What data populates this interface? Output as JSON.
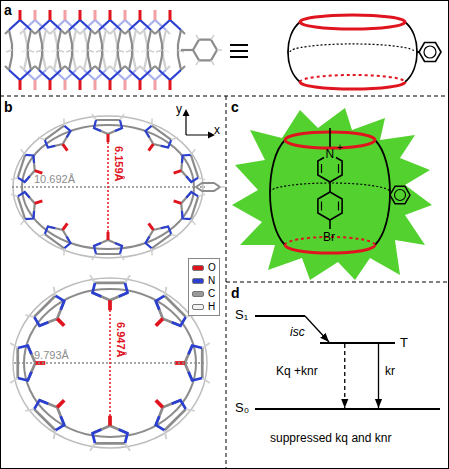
{
  "diagram": {
    "nodes": [
      {
        "text": [
          "S₁"
        ]
      },
      {
        "text": [
          "T"
        ]
      },
      {
        "text": [
          "S₀"
        ]
      }
    ],
    "edges": [
      {
        "from": 0,
        "to": 1,
        "arrow": "to",
        "label": "isc"
      },
      {
        "from": 1,
        "to": 2,
        "arrow": "to",
        "label": "Kq +knr"
      },
      {
        "from": 1,
        "to": 2,
        "arrow": "to",
        "label": "kr"
      }
    ],
    "labels": [
      "a",
      "b",
      "c",
      "d",
      "6.159Å",
      "10.692Å",
      "6.947Å",
      "9.793Å",
      "y",
      "x",
      "N",
      "+",
      "Br",
      "suppressed kq and knr"
    ],
    "legend": [
      {
        "text": "O",
        "color": "#e0141e"
      },
      {
        "text": "N",
        "color": "#2b3fd0"
      },
      {
        "text": "C",
        "color": "#9a9a9a"
      },
      {
        "text": "H",
        "color": "#f2f2f2"
      }
    ]
  }
}
